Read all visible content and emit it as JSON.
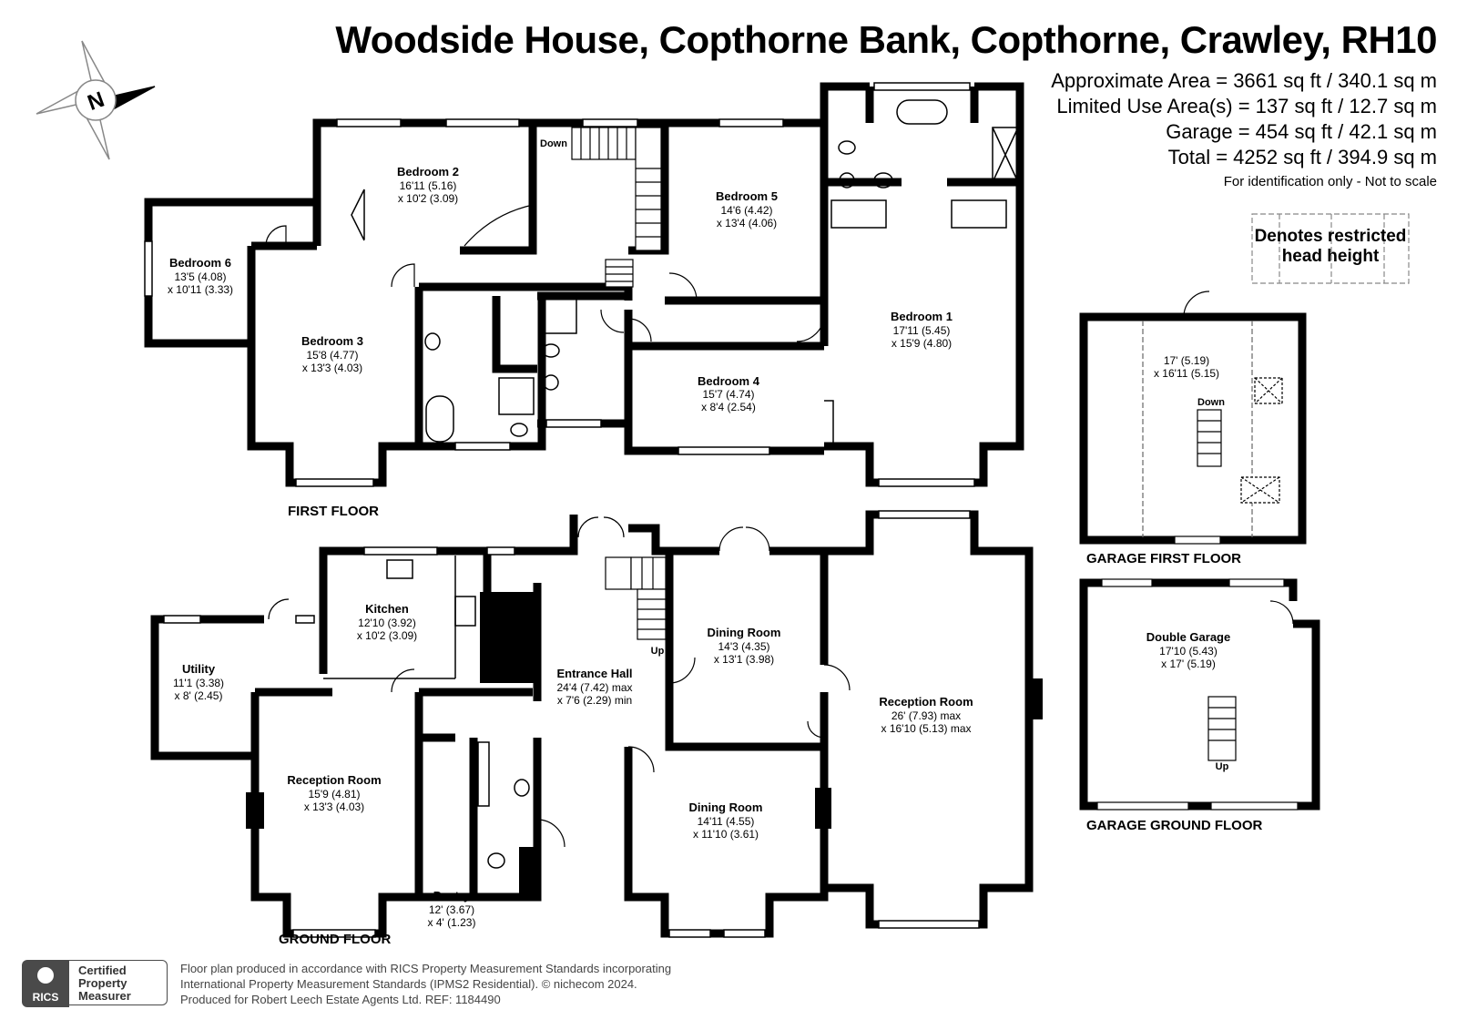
{
  "title": "Woodside House, Copthorne Bank, Copthorne, Crawley, RH10",
  "areas": [
    "Approximate Area = 3661 sq ft / 340.1 sq m",
    "Limited Use Area(s) = 137 sq ft / 12.7 sq m",
    "Garage = 454 sq ft / 42.1 sq m",
    "Total = 4252 sq ft / 394.9 sq m"
  ],
  "note": "For identification only - Not to scale",
  "legend": {
    "line1": "Denotes restricted",
    "line2": "head height"
  },
  "compass": {
    "letter": "N"
  },
  "floors": {
    "first": "FIRST FLOOR",
    "ground": "GROUND FLOOR",
    "garage_first": "GARAGE FIRST FLOOR",
    "garage_ground": "GARAGE GROUND FLOOR"
  },
  "rooms": {
    "bedroom2": {
      "name": "Bedroom 2",
      "dim1": "16'11 (5.16)",
      "dim2": "x 10'2 (3.09)"
    },
    "bedroom5": {
      "name": "Bedroom 5",
      "dim1": "14'6 (4.42)",
      "dim2": "x 13'4 (4.06)"
    },
    "bedroom6": {
      "name": "Bedroom 6",
      "dim1": "13'5 (4.08)",
      "dim2": "x 10'11 (3.33)"
    },
    "bedroom3": {
      "name": "Bedroom 3",
      "dim1": "15'8 (4.77)",
      "dim2": "x 13'3 (4.03)"
    },
    "bedroom1": {
      "name": "Bedroom 1",
      "dim1": "17'11 (5.45)",
      "dim2": "x 15'9 (4.80)"
    },
    "bedroom4": {
      "name": "Bedroom 4",
      "dim1": "15'7 (4.74)",
      "dim2": "x 8'4 (2.54)"
    },
    "kitchen": {
      "name": "Kitchen",
      "dim1": "12'10 (3.92)",
      "dim2": "x 10'2 (3.09)"
    },
    "utility": {
      "name": "Utility",
      "dim1": "11'1 (3.38)",
      "dim2": "x 8' (2.45)"
    },
    "entrance": {
      "name": "Entrance Hall",
      "dim1": "24'4 (7.42) max",
      "dim2": "x 7'6 (2.29) min"
    },
    "dining1": {
      "name": "Dining Room",
      "dim1": "14'3 (4.35)",
      "dim2": "x 13'1 (3.98)"
    },
    "dining2": {
      "name": "Dining Room",
      "dim1": "14'11 (4.55)",
      "dim2": "x 11'10 (3.61)"
    },
    "reception_right": {
      "name": "Reception Room",
      "dim1": "26' (7.93) max",
      "dim2": "x 16'10 (5.13) max"
    },
    "reception_left": {
      "name": "Reception Room",
      "dim1": "15'9 (4.81)",
      "dim2": "x 13'3 (4.03)"
    },
    "pantry": {
      "name": "Pantry",
      "dim1": "12' (3.67)",
      "dim2": "x 4' (1.23)"
    },
    "garage_loft": {
      "dim1": "17' (5.19)",
      "dim2": "x 16'11 (5.15)"
    },
    "double_garage": {
      "name": "Double Garage",
      "dim1": "17'10 (5.43)",
      "dim2": "x 17' (5.19)"
    }
  },
  "stairs": {
    "first_down": "Down",
    "ground_up": "Up",
    "garage_down": "Down",
    "garage_up": "Up"
  },
  "footer": {
    "line1": "Floor plan produced in accordance with RICS Property Measurement Standards incorporating",
    "line2": "International Property Measurement Standards (IPMS2 Residential).  ©  nichecom 2024.",
    "line3": "Produced for Robert Leech Estate Agents Ltd.   REF:  1184490"
  },
  "rics": {
    "badge": "RICS",
    "label1": "Certified",
    "label2": "Property",
    "label3": "Measurer"
  }
}
